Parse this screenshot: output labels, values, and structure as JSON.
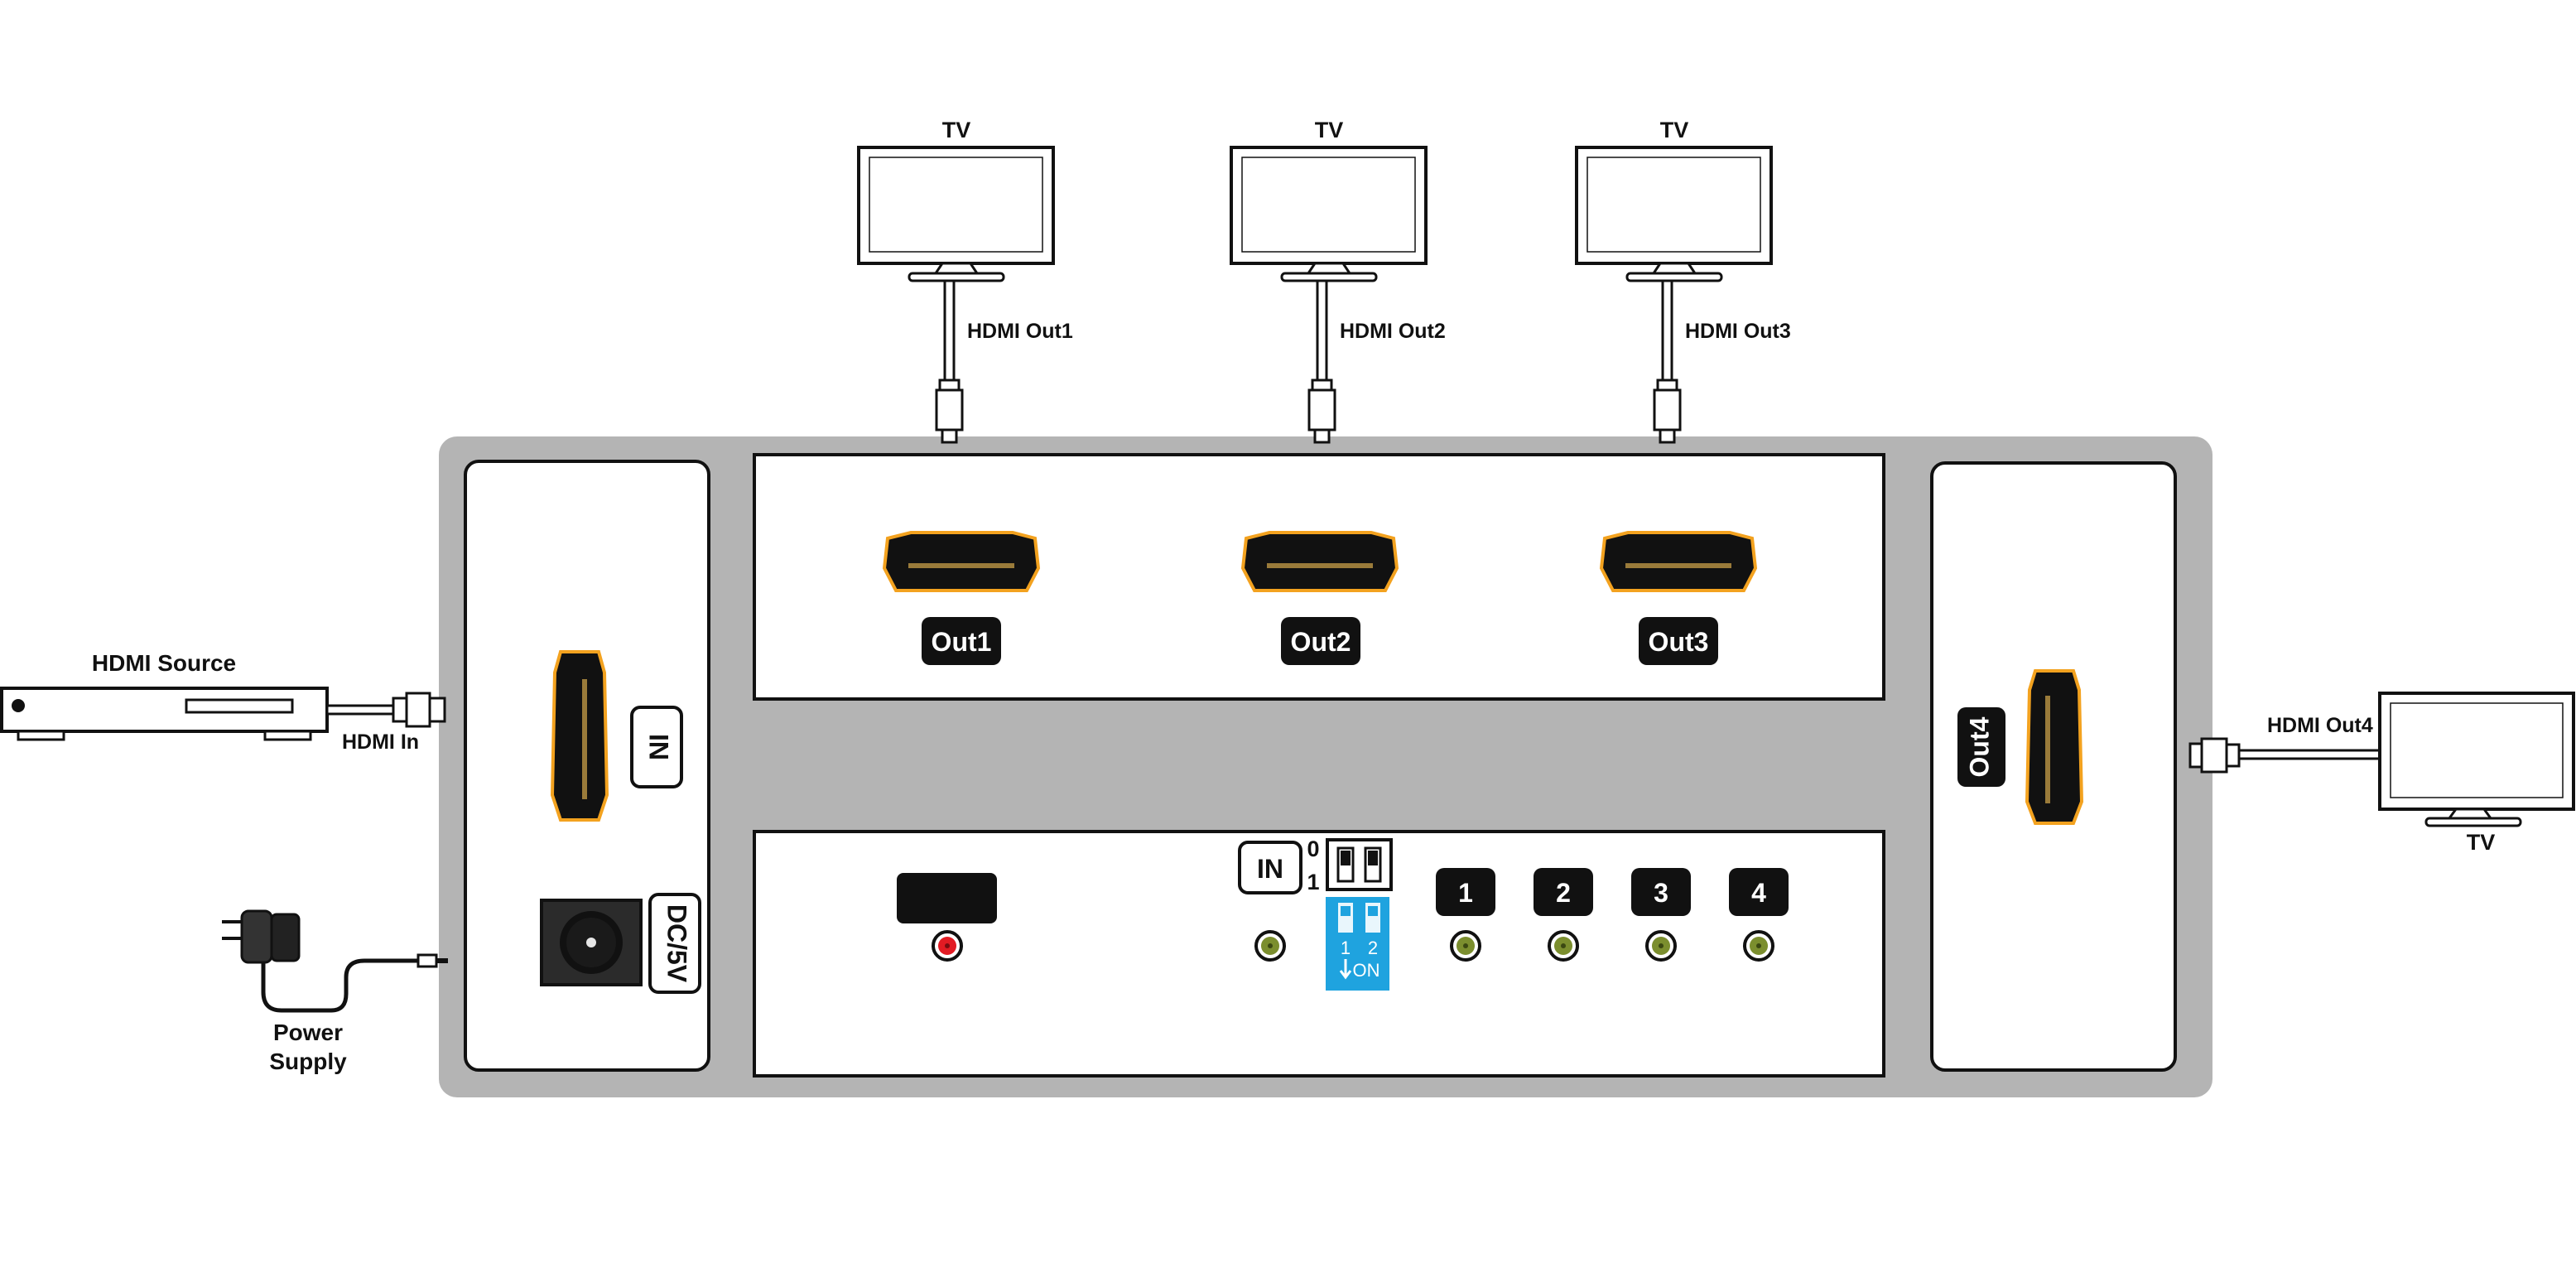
{
  "outputs_top": [
    {
      "tv_label": "TV",
      "cable_label": "HDMI Out1",
      "port_label": "Out1"
    },
    {
      "tv_label": "TV",
      "cable_label": "HDMI Out2",
      "port_label": "Out2"
    },
    {
      "tv_label": "TV",
      "cable_label": "HDMI Out3",
      "port_label": "Out3"
    }
  ],
  "output_side": {
    "tv_label": "TV",
    "cable_label": "HDMI Out4",
    "port_label": "Out4"
  },
  "source": {
    "device_label": "HDMI Source",
    "cable_label": "HDMI In",
    "port_label": "IN"
  },
  "power": {
    "label_line1": "Power",
    "label_line2": "Supply",
    "port_label": "DC/5V"
  },
  "controls": {
    "in_badge": "IN",
    "dip_label_0": "0",
    "dip_label_1": "1",
    "dip_switch_num_1": "1",
    "dip_switch_num_2": "2",
    "dip_switch_on": "ON",
    "channel_badges": [
      "1",
      "2",
      "3",
      "4"
    ]
  },
  "colors": {
    "chassis": "#b4b4b4",
    "hdmi_port_rim": "#f3a21f",
    "dip_switch": "#1fa3df",
    "power_led": "#e21b23",
    "status_led": "#7b8e2e",
    "badge": "#111111"
  }
}
